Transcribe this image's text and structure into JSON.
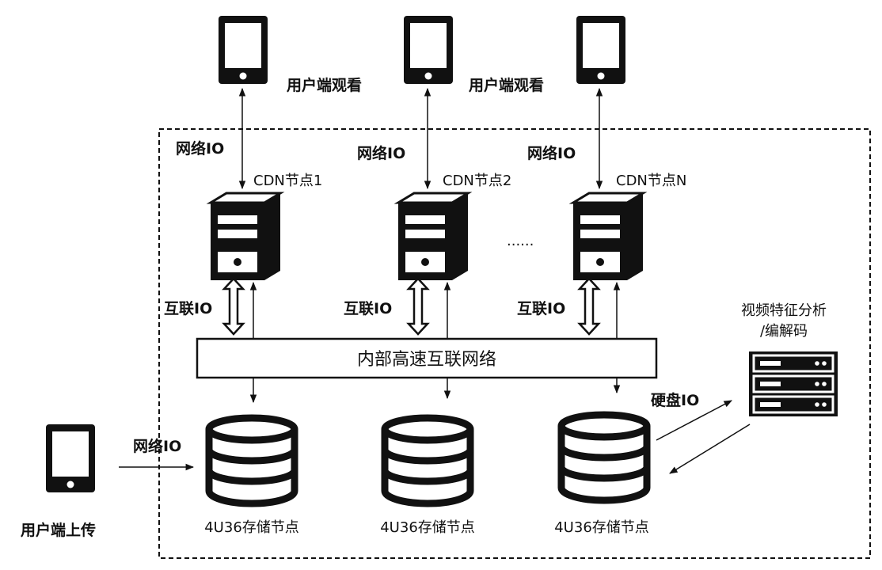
{
  "colors": {
    "stroke": "#111111",
    "background": "#ffffff"
  },
  "labels": {
    "viewer_label": "用户端观看",
    "uploader_label": "用户端上传",
    "network_io": "网络IO",
    "interconnect_io": "互联IO",
    "disk_io": "硬盘IO",
    "cdn_node_1": "CDN节点1",
    "cdn_node_2": "CDN节点2",
    "cdn_node_n": "CDN节点N",
    "ellipsis": "......",
    "internal_network": "内部高速互联网络",
    "storage_node": "4U36存储节点",
    "analysis_line1": "视频特征分析",
    "analysis_line2": "/编解码"
  },
  "icons": {
    "phone": "phone-icon",
    "server": "server-icon",
    "storage": "database-icon",
    "rack": "rack-server-icon"
  }
}
